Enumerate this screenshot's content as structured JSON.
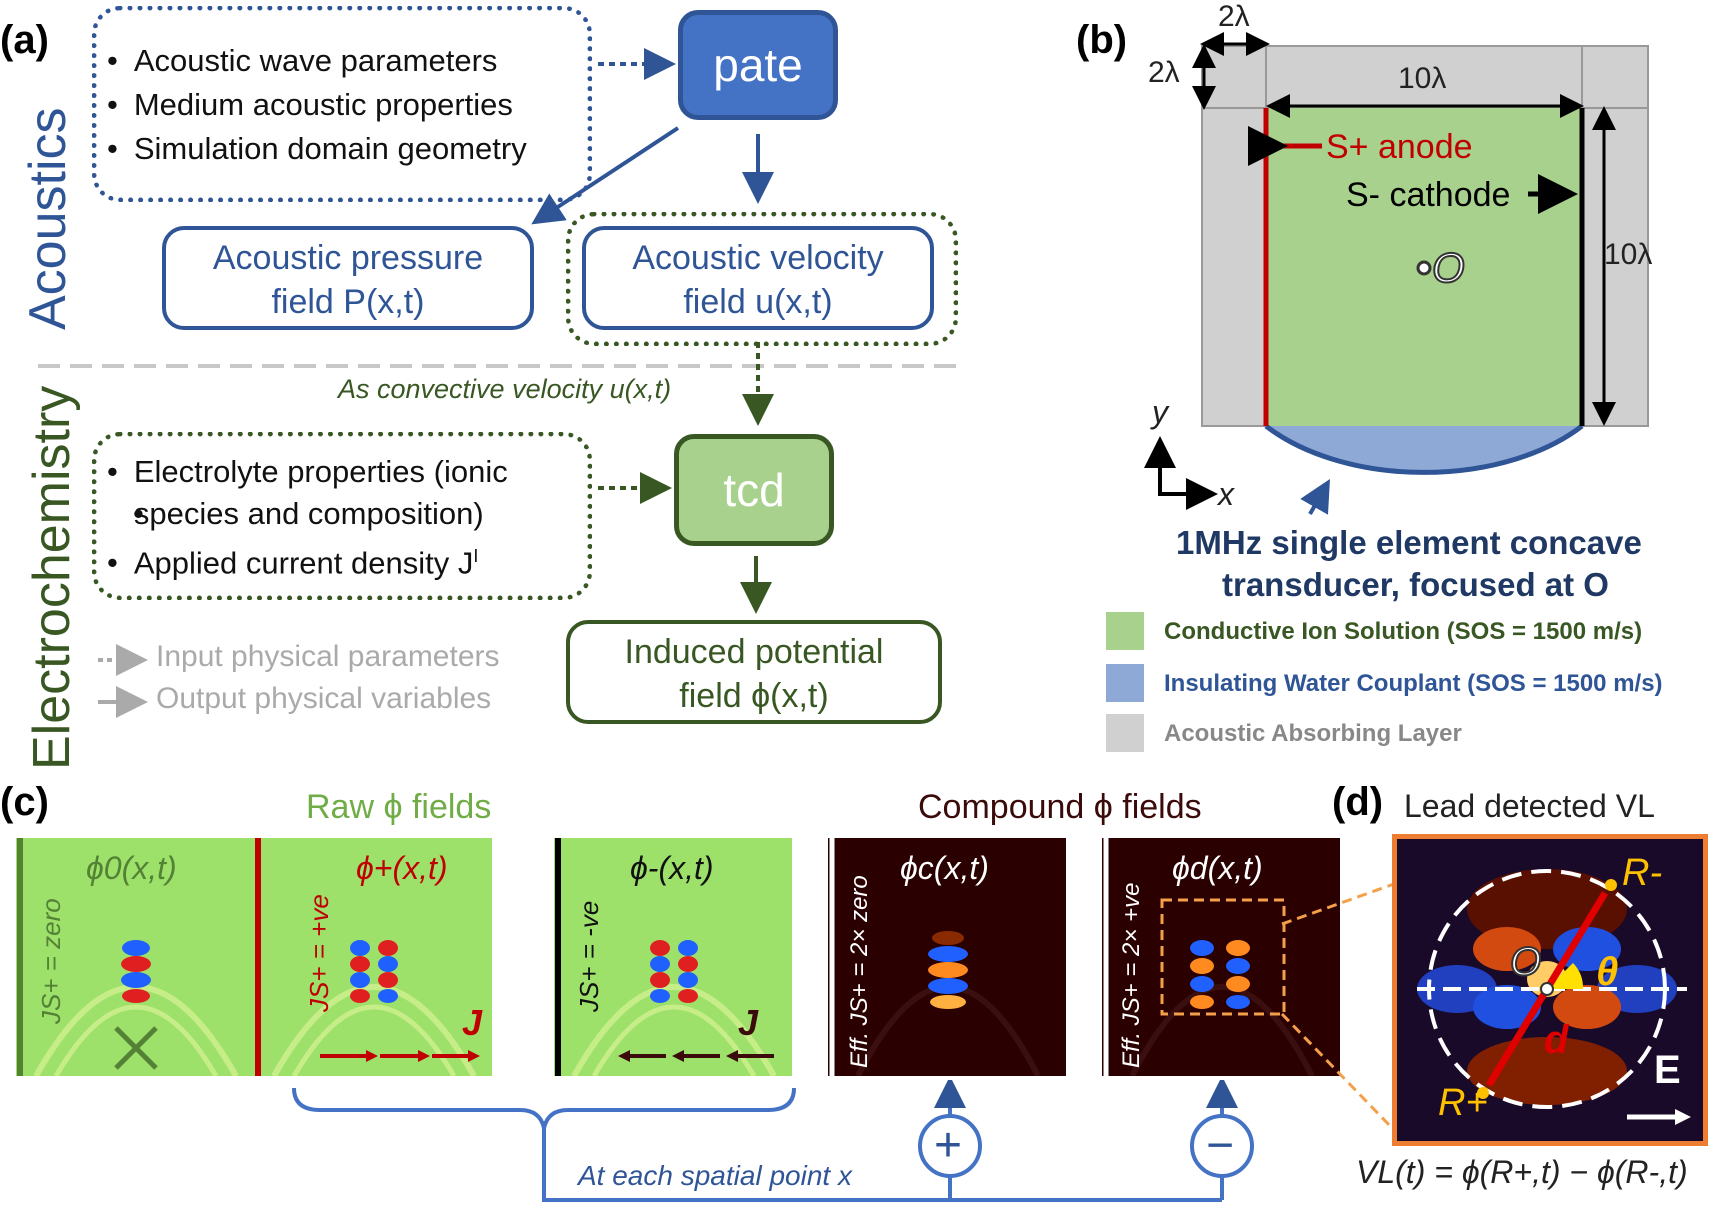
{
  "panel_a": {
    "label": "(a)",
    "acoustics_label": "Acoustics",
    "electrochem_label": "Electrochemistry",
    "acoustic_inputs": [
      "Acoustic wave parameters",
      "Medium acoustic properties",
      "Simulation domain geometry"
    ],
    "pate_label": "pate",
    "pressure_line1": "Acoustic pressure",
    "pressure_line2": "field P(x,t)",
    "velocity_line1": "Acoustic velocity",
    "velocity_line2": "field u(x,t)",
    "convective_label": "As convective velocity u(x,t)",
    "electro_inputs": [
      "Electrolyte properties (ionic",
      "species and composition)",
      "Applied current density J"
    ],
    "electro_input_sup": "I",
    "tcd_label": "tcd",
    "induced_line1": "Induced potential",
    "induced_line2": "field ϕ(x,t)",
    "legend_input": "Input physical parameters",
    "legend_output": "Output physical variables"
  },
  "panel_b": {
    "label": "(b)",
    "dim_2lambda_top": "2λ",
    "dim_2lambda_left": "2λ",
    "dim_10lambda_top": "10λ",
    "dim_10lambda_right": "10λ",
    "anode_label": "S+ anode",
    "cathode_label": "S- cathode",
    "focus_label": "O",
    "axis_y": "y",
    "axis_x": "x",
    "transducer_line1": "1MHz single element concave",
    "transducer_line2": "transducer, focused at O",
    "legend": [
      {
        "text": "Conductive Ion Solution (SOS = 1500 m/s)",
        "color": "#a9d18e",
        "text_color": "#385723"
      },
      {
        "text": "Insulating Water Couplant (SOS = 1500 m/s)",
        "color": "#8fa9d6",
        "text_color": "#2f5597"
      },
      {
        "text": "Acoustic Absorbing Layer",
        "color": "#d0d0d0",
        "text_color": "#888888"
      }
    ]
  },
  "panel_c": {
    "label": "(c)",
    "raw_title": "Raw ϕ fields",
    "compound_title": "Compound ϕ fields",
    "fields": [
      {
        "title": "ϕ0(x,t)",
        "side": "JS+ = zero",
        "arrow_label": ""
      },
      {
        "title": "ϕ+(x,t)",
        "side": "JS+ = +ve",
        "arrow_label": "J"
      },
      {
        "title": "ϕ-(x,t)",
        "side": "JS+ = -ve",
        "arrow_label": "J"
      },
      {
        "title": "ϕc(x,t)",
        "side": "Eff. JS+ = 2× zero",
        "arrow_label": ""
      },
      {
        "title": "ϕd(x,t)",
        "side": "Eff. JS+ = 2× +ve",
        "arrow_label": ""
      }
    ],
    "plus_symbol": "+",
    "minus_symbol": "−",
    "spatial_label": "At each spatial point x"
  },
  "panel_d": {
    "label": "(d)",
    "title": "Lead detected VL",
    "r_minus": "R-",
    "r_plus": "R+",
    "origin": "O",
    "theta": "θ",
    "distance": "d",
    "field_E": "E",
    "equation": "VL(t) = ϕ(R+,t) − ϕ(R-,t)"
  }
}
